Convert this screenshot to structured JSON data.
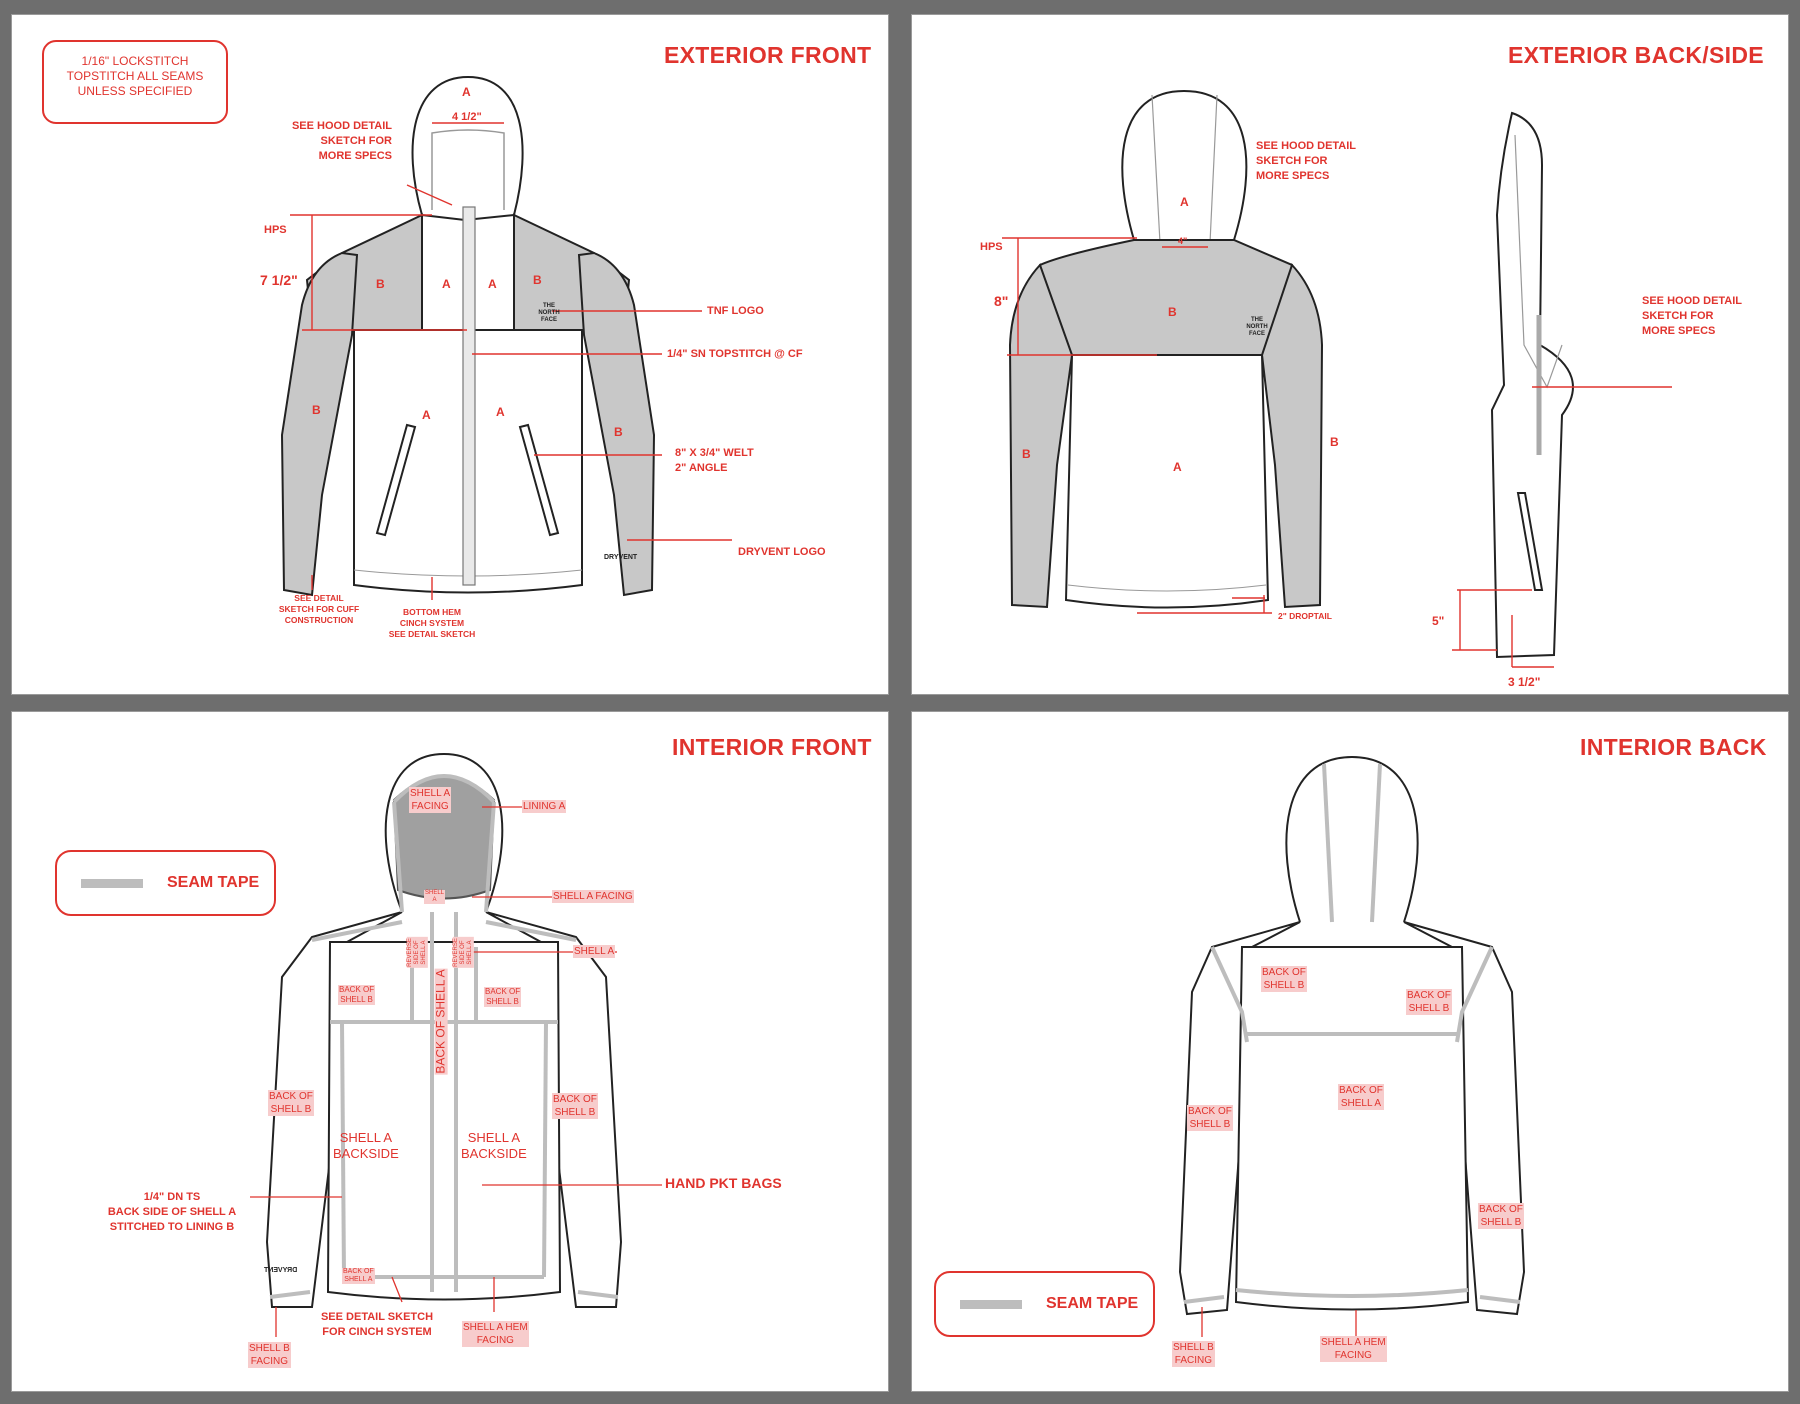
{
  "colors": {
    "accent": "#e0342e",
    "shell_b": "#c8c8c8",
    "seam_tape": "#bdbdbd",
    "frame": "#6e6e6e"
  },
  "panels": {
    "exterior_front": {
      "title": "EXTERIOR FRONT",
      "note": "1/16\" LOCKSTITCH\nTOPSTITCH ALL SEAMS\nUNLESS SPECIFIED",
      "labels": {
        "hood_detail": "SEE HOOD DETAIL\nSKETCH FOR\nMORE SPECS",
        "hps": "HPS",
        "hps_measure": "7 1/2\"",
        "hood_width": "4 1/2\"",
        "tnf_logo": "TNF LOGO",
        "topstitch": "1/4\" SN TOPSTITCH @ CF",
        "welt": "8\" X 3/4\" WELT\n2\" ANGLE",
        "dryvent_logo": "DRYVENT LOGO",
        "cuff": "SEE DETAIL\nSKETCH FOR CUFF\nCONSTRUCTION",
        "hem": "BOTTOM HEM\nCINCH SYSTEM\nSEE DETAIL SKETCH",
        "logo_text": "THE NORTH FACE",
        "dryvent_text": "DRYVENT"
      },
      "zones": {
        "a": "A",
        "b": "B"
      }
    },
    "exterior_back": {
      "title": "EXTERIOR BACK/SIDE",
      "labels": {
        "hood_detail": "SEE HOOD DETAIL\nSKETCH FOR\nMORE SPECS",
        "hood_detail_side": "SEE HOOD DETAIL\nSKETCH FOR\nMORE SPECS",
        "hps": "HPS",
        "hps_measure": "8\"",
        "hood_width": "4\"",
        "droptail": "2\" DROPTAIL",
        "side_height": "5\"",
        "side_width": "3 1/2\"",
        "logo_text": "THE NORTH FACE"
      },
      "zones": {
        "a": "A",
        "b": "B"
      }
    },
    "interior_front": {
      "title": "INTERIOR FRONT",
      "legend": "SEAM TAPE",
      "labels": {
        "shell_a_facing_top": "SHELL A\nFACING",
        "lining_a": "LINING A",
        "shell_a_facing": "SHELL A FACING",
        "shell_a": "SHELL A",
        "reverse_left": "REVERSE\nSIDE OF\nSHELL A",
        "reverse_right": "REVERSE\nSIDE OF\nSHELL A",
        "shell_a_small": "SHELL\nA",
        "back_shell_a_vertical": "BACK OF SHELL A",
        "back_shell_b_yoke_l": "BACK OF\nSHELL B",
        "back_shell_b_yoke_r": "BACK OF\nSHELL B",
        "back_shell_b_sleeve_l": "BACK OF\nSHELL B",
        "back_shell_b_sleeve_r": "BACK OF\nSHELL B",
        "backside_l": "SHELL A\nBACKSIDE",
        "backside_r": "SHELL A\nBACKSIDE",
        "hand_pkt": "HAND PKT BAGS",
        "dn_ts": "1/4\" DN TS\nBACK SIDE OF SHELL A\nSTITCHED TO LINING B",
        "back_shell_a_hem": "BACK OF\nSHELL A",
        "cinch": "SEE DETAIL SKETCH\nFOR CINCH SYSTEM",
        "shell_a_hem_facing": "SHELL A HEM\nFACING",
        "shell_b_facing": "SHELL B\nFACING",
        "dryvent_text": "DRYVENT"
      }
    },
    "interior_back": {
      "title": "INTERIOR BACK",
      "legend": "SEAM TAPE",
      "labels": {
        "yoke_l": "BACK OF\nSHELL B",
        "yoke_r": "BACK OF\nSHELL B",
        "body": "BACK OF\nSHELL A",
        "sleeve_l": "BACK OF\nSHELL B",
        "sleeve_r": "BACK OF\nSHELL B",
        "shell_b_facing": "SHELL B\nFACING",
        "hem_facing": "SHELL A HEM\nFACING"
      }
    }
  }
}
